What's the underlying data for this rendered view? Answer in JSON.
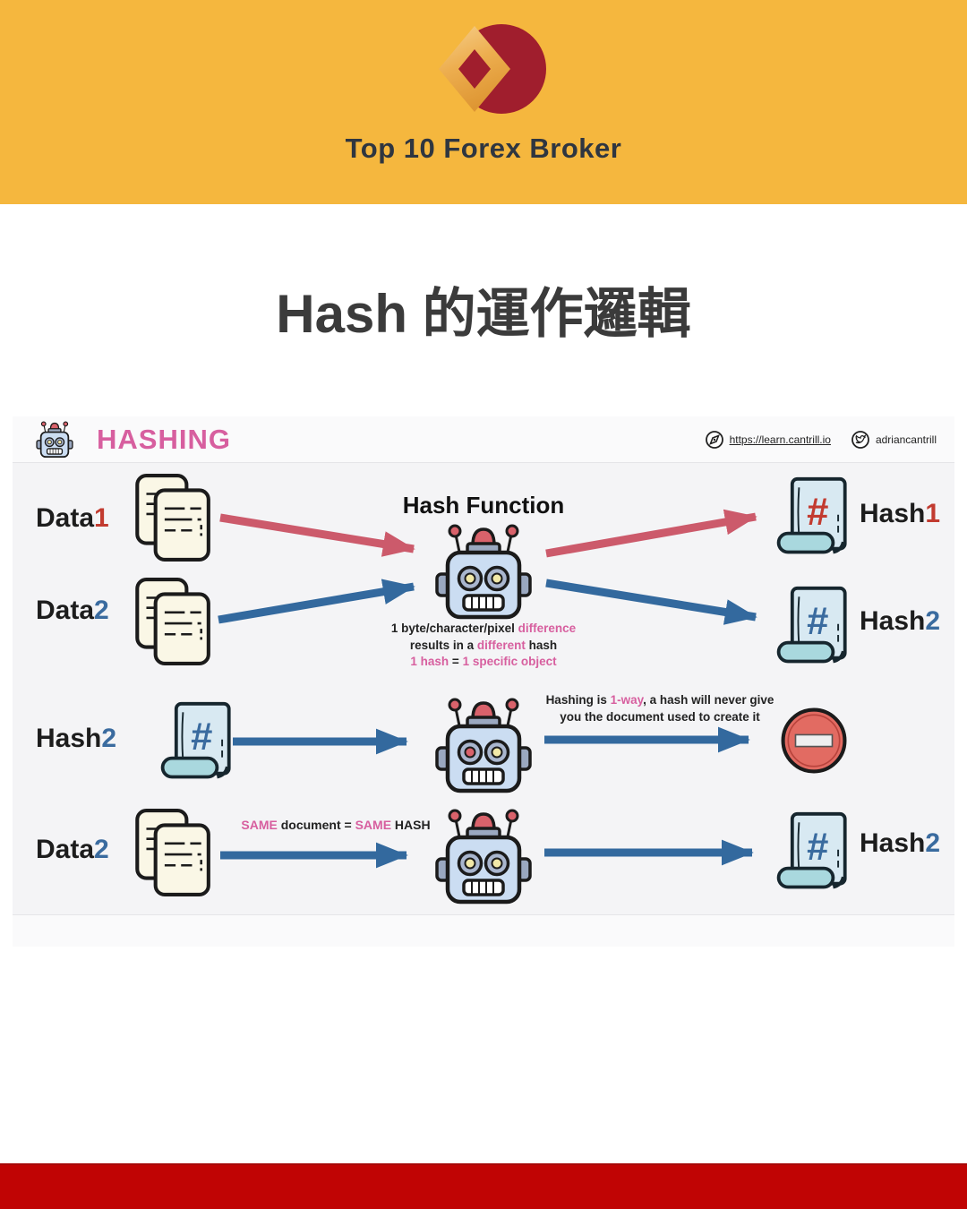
{
  "banner": {
    "brand": "Top 10 Forex Broker"
  },
  "title": "Hash 的運作邏輯",
  "diagram": {
    "header": {
      "title": "HASHING",
      "link": "https://learn.cantrill.io",
      "twitter": "adriancantrill"
    },
    "labels": {
      "data1": {
        "word": "Data",
        "num": "1"
      },
      "data2": {
        "word": "Data",
        "num": "2"
      },
      "hash1": {
        "word": "Hash",
        "num": "1"
      },
      "hash2": {
        "word": "Hash",
        "num": "2"
      }
    },
    "hash_function_title": "Hash Function",
    "hash_symbol": "#",
    "center_text": {
      "line1": {
        "a": "1 byte/character/pixel ",
        "b": "difference"
      },
      "line2": {
        "a": "results in a ",
        "b": "different",
        "c": " hash"
      },
      "line3": {
        "a": "1 hash",
        "b": " = ",
        "c": "1 specific object"
      }
    },
    "oneway_text": {
      "line1": {
        "a": "Hashing is ",
        "b": "1-way",
        "c": ", a hash will never give"
      },
      "line2": "you the document used to create it"
    },
    "same_text": {
      "a": "SAME",
      "b": " document = ",
      "c": "SAME",
      "d": " HASH"
    }
  },
  "icons": {
    "logo": "diamond-logo-icon",
    "robot": "robot-icon",
    "compass": "compass-icon",
    "twitter": "twitter-bird-icon",
    "documents": "document-stack-icon",
    "hash_scroll": "hash-scroll-icon",
    "no_entry": "no-entry-icon"
  },
  "colors": {
    "banner_bg": "#F5B73E",
    "logo_red": "#A01E2D",
    "brand_text": "#2F3640",
    "title_text": "#3B3B3B",
    "pink": "#D75F9F",
    "rose_arrow": "#CC5A6B",
    "blue_arrow": "#33699E",
    "red_accent": "#C23B30",
    "blue_accent": "#3A6B9F",
    "panel_bg": "#F4F4F6",
    "footer_band": "#C00404"
  }
}
